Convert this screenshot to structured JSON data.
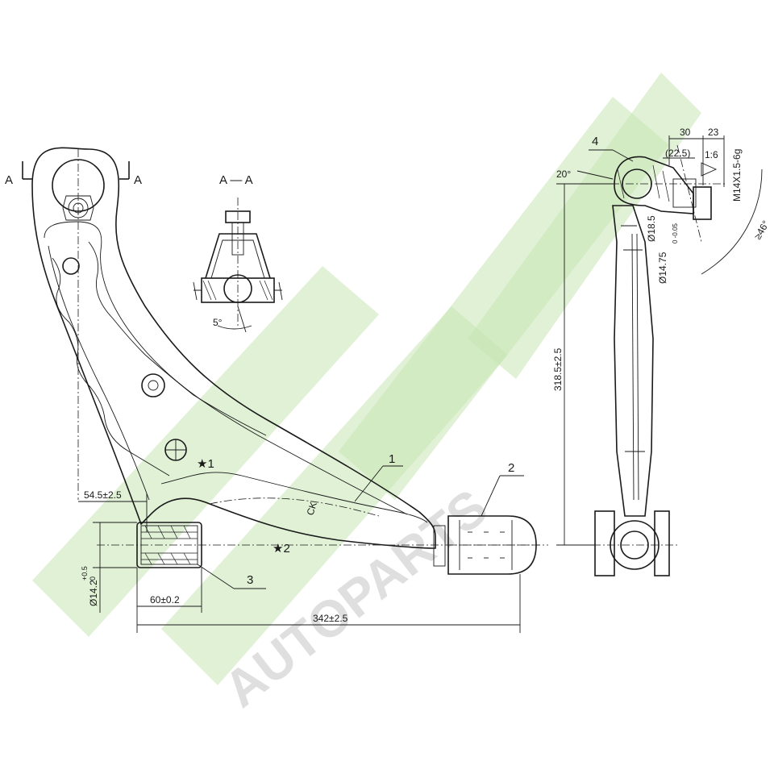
{
  "section": {
    "left_mark": "A",
    "right_mark": "A",
    "title": "A — A",
    "angle": "5°"
  },
  "dimensions": {
    "d545": "54.5±2.5",
    "d142": "Ø14.2",
    "d142_tol_top": "+0.5",
    "d142_tol_bot": "0",
    "d60": "60±0.2",
    "d342": "342±2.5",
    "d3185": "318.5±2.5",
    "d30": "30",
    "d23": "23",
    "d225": "(22.5)",
    "taper": "1:6",
    "thread": "M14X1.5-6g",
    "d185": "Ø18.5",
    "d1475": "Ø14.75",
    "d1475_tol": "0 -0.05",
    "a20": "20°",
    "a46": "≥46°"
  },
  "callouts": {
    "c1": "1",
    "c2": "2",
    "c3": "3",
    "c4": "4",
    "star1": "★1",
    "star2": "★2"
  },
  "watermark": {
    "text": "AUTOPARTS"
  }
}
